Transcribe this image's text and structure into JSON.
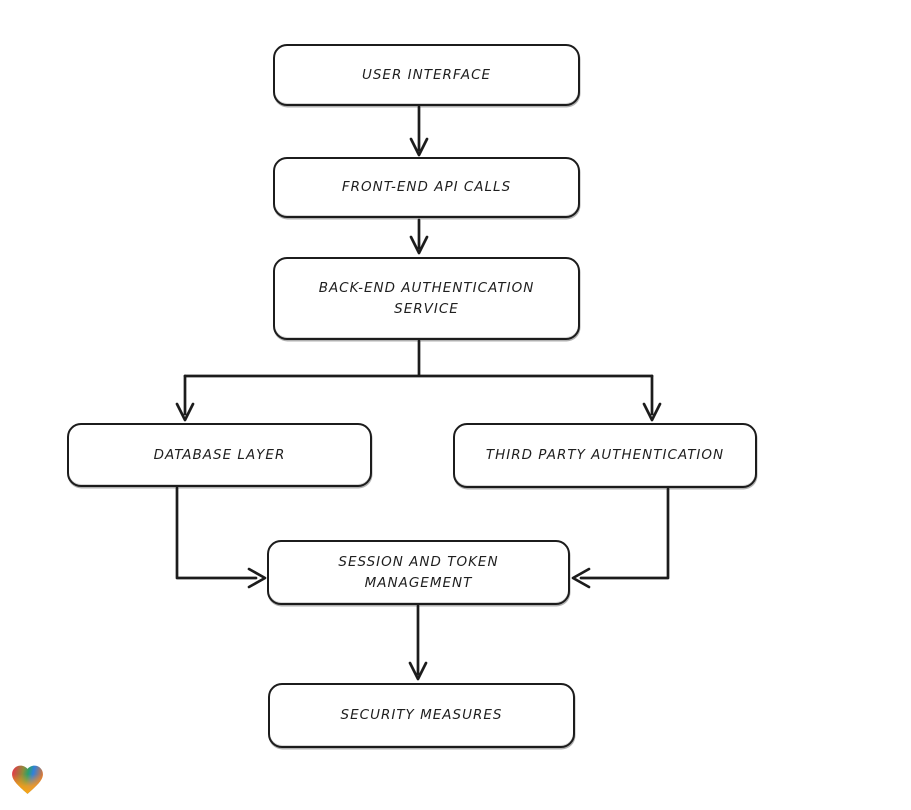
{
  "diagram": {
    "type": "flowchart",
    "style": "hand-drawn",
    "background_color": "#ffffff",
    "stroke_color": "#1c1c1c",
    "node_fill_color": "#ffffff",
    "nodes": [
      {
        "id": "user-interface",
        "label": "USER INTERFACE"
      },
      {
        "id": "front-end-api-calls",
        "label": "FRONT-END API CALLS"
      },
      {
        "id": "back-end-authentication-service",
        "label": "BACK-END AUTHENTICATION SERVICE"
      },
      {
        "id": "database-layer",
        "label": "DATABASE LAYER"
      },
      {
        "id": "third-party-authentication",
        "label": "THIRD PARTY AUTHENTICATION"
      },
      {
        "id": "session-and-token-management",
        "label": "SESSION AND TOKEN MANAGEMENT"
      },
      {
        "id": "security-measures",
        "label": "SECURITY MEASURES"
      }
    ],
    "edges": [
      {
        "from": "user-interface",
        "to": "front-end-api-calls"
      },
      {
        "from": "front-end-api-calls",
        "to": "back-end-authentication-service"
      },
      {
        "from": "back-end-authentication-service",
        "to": "database-layer"
      },
      {
        "from": "back-end-authentication-service",
        "to": "third-party-authentication"
      },
      {
        "from": "database-layer",
        "to": "session-and-token-management"
      },
      {
        "from": "third-party-authentication",
        "to": "session-and-token-management"
      },
      {
        "from": "session-and-token-management",
        "to": "security-measures"
      }
    ]
  },
  "badge": {
    "icon": "heart-icon",
    "gradient_colors": [
      "#ea3449",
      "#8d8c3b",
      "#2aa06b",
      "#2f80dd",
      "#ff9d1a"
    ]
  }
}
